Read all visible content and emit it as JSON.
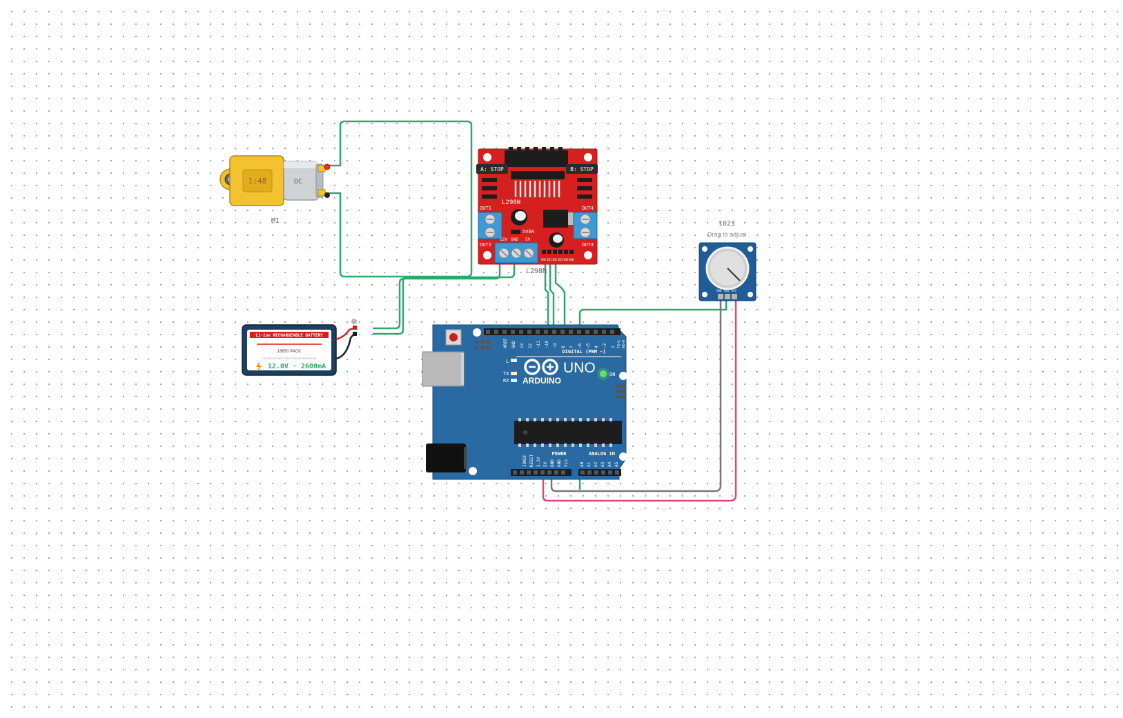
{
  "motor": {
    "ratio": "1:48",
    "type": "DC",
    "name": "M1"
  },
  "driver": {
    "status_a": "A: STOP",
    "status_b": "B: STOP",
    "chip": "L298N",
    "name": "L298N",
    "out1": "OUT1",
    "out2": "OUT2",
    "out3": "OUT3",
    "out4": "OUT4",
    "ven": "5VEN",
    "pwr_labels": [
      "12V",
      "GND",
      "5V"
    ],
    "pin_labels": [
      "ENA",
      "IN1",
      "IN2",
      "IN3",
      "IN4",
      "ENB"
    ]
  },
  "battery": {
    "header": "Li-ion RECHARGEABLE BATTERY",
    "pack": "18650 PACK",
    "caution": "CAUTION: DO NOT PUNCTURE OR INCINERATE",
    "rating": "12.0V · 2600mA",
    "icon": "lightning-icon"
  },
  "potentiometer": {
    "value": "1023",
    "hint": "Drag to adjust",
    "pins": [
      "GND",
      "SIG",
      "VCC"
    ]
  },
  "arduino": {
    "logo": "UNO",
    "brand": "ARDUINO",
    "digital_label": "DIGITAL (PWM ~)",
    "on_label": "ON",
    "power_label": "POWER",
    "analog_label": "ANALOG IN",
    "l_label": "L",
    "tx_label": "TX",
    "rx_label": "RX",
    "digital_pins": [
      "AREF",
      "GND",
      "13",
      "12",
      "~11",
      "~10",
      "~9",
      "8",
      "7",
      "~6",
      "~5",
      "4",
      "~3",
      "2",
      "TX→1",
      "RX←0"
    ],
    "power_pins": [
      "IOREF",
      "RESET",
      "3.3V",
      "5V",
      "GND",
      "GND",
      "Vin"
    ],
    "analog_pins": [
      "A0",
      "A1",
      "A2",
      "A3",
      "A4",
      "A5"
    ]
  },
  "colors": {
    "wire_green": "#2aa96b",
    "wire_gray": "#777777",
    "wire_pink": "#e0457b",
    "board_blue": "#2a6aa3",
    "driver_red": "#d6201f",
    "motor_yellow": "#f2c230"
  }
}
